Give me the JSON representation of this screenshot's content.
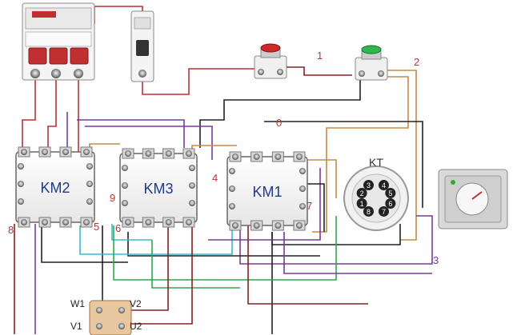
{
  "contactors": [
    {
      "id": "km2",
      "label": "KM2"
    },
    {
      "id": "km3",
      "label": "KM3"
    },
    {
      "id": "km1",
      "label": "KM1"
    }
  ],
  "timer": {
    "label": "KT",
    "pins": [
      "1",
      "2",
      "3",
      "4",
      "5",
      "6",
      "7",
      "8"
    ]
  },
  "wire_labels": {
    "n0": "0",
    "n1": "1",
    "n2": "2",
    "n3": "3",
    "n4": "4",
    "n5": "5",
    "n6": "6",
    "n7": "7",
    "n8": "8",
    "n9": "9"
  },
  "motor_terminals": {
    "w1": "W1",
    "v1": "V1",
    "v2": "V2",
    "u2": "U2"
  },
  "colors": {
    "red": "#b83232",
    "purple": "#7a3a96",
    "tan": "#c58a4a",
    "black": "#222222",
    "green": "#2ea84a",
    "cyan": "#3ab8d0",
    "darkred": "#8a2020"
  }
}
